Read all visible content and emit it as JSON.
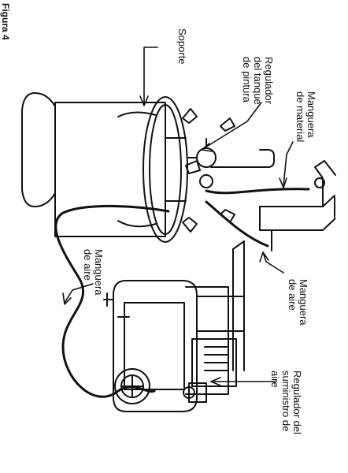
{
  "figure_title": "Figura 4",
  "labels": {
    "soporte": [
      "Soporte"
    ],
    "regulador_tanque": [
      "Regulador",
      "del tanque",
      "de pintura"
    ],
    "manguera_material": [
      "Manguera",
      "de material"
    ],
    "manguera_aire_center": [
      "Manguera",
      "de aire"
    ],
    "manguera_aire_left": [
      "Manguera",
      "de aire"
    ],
    "regulador_suministro": [
      "Regulador del",
      "suministro de",
      "aire"
    ]
  }
}
